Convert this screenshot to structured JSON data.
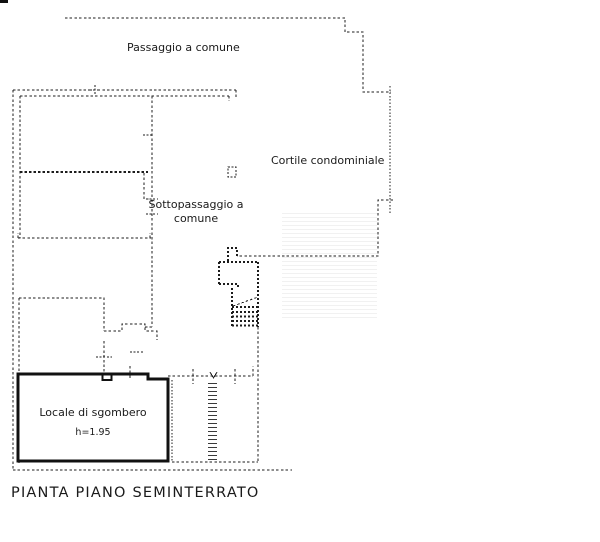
{
  "plan": {
    "title": "PIANTA PIANO SEMINTERRATO",
    "labels": {
      "passaggio": "Passaggio a comune",
      "cortile": "Cortile condominiale",
      "sottopassaggio": "Sottopassaggio a comune",
      "locale": "Locale di sgombero",
      "locale_height": "h=1.95"
    },
    "areas": [
      {
        "name": "Passaggio a comune",
        "type": "common-passage"
      },
      {
        "name": "Cortile condominiale",
        "type": "condominium-courtyard"
      },
      {
        "name": "Sottopassaggio a comune",
        "type": "common-underpass"
      },
      {
        "name": "Locale di sgombero",
        "type": "storage-room",
        "height_m": "1.95"
      }
    ],
    "colors": {
      "line": "#1c1c1c",
      "wall": "#111111",
      "background": "#ffffff",
      "hatch": "#3a3a3a"
    }
  }
}
